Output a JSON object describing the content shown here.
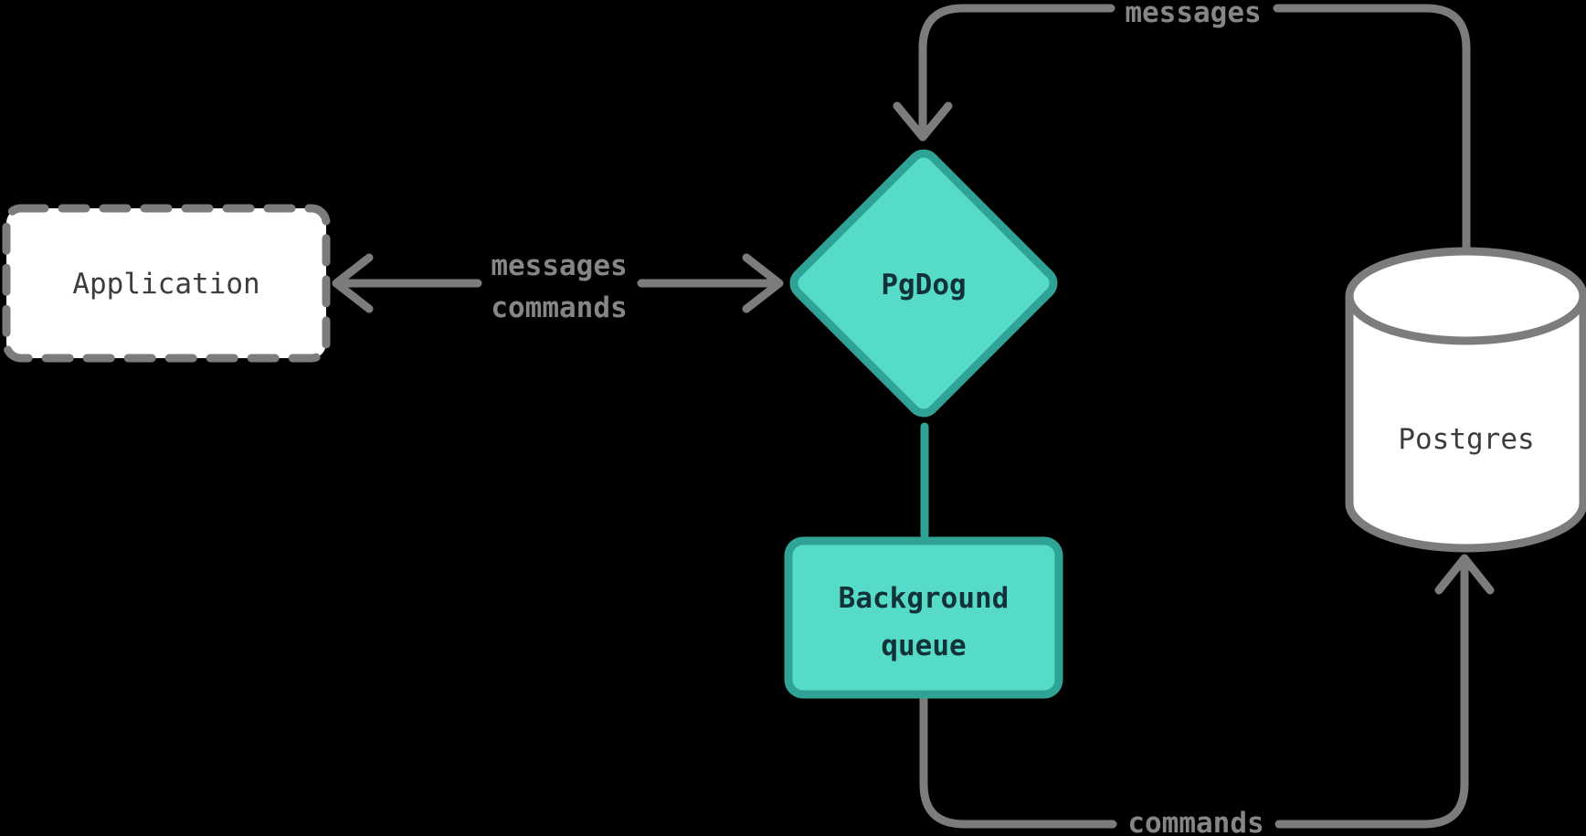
{
  "diagram": {
    "background_color": "#000000",
    "colors": {
      "edge_gray": "#7c7c7c",
      "edge_label_gray": "#868686",
      "node_text_dark": "#3c3c3c",
      "teal_fill": "#56dbc9",
      "teal_border": "#2fa396",
      "teal_node_text": "#113237",
      "node_fill_white": "#ffffff"
    },
    "nodes": {
      "application": {
        "label": "Application",
        "shape": "dashed-rounded-rect"
      },
      "pgdog": {
        "label": "PgDog",
        "shape": "diamond"
      },
      "background_queue": {
        "label": "Background queue",
        "lines": [
          "Background",
          "queue"
        ],
        "shape": "rounded-rect"
      },
      "postgres": {
        "label": "Postgres",
        "shape": "database-cylinder"
      }
    },
    "edges": {
      "app_pgdog_bidirectional": {
        "label_top": "messages",
        "label_bottom": "commands",
        "direction": "both"
      },
      "postgres_to_pgdog": {
        "label": "messages",
        "direction": "into-pgdog"
      },
      "pgdog_to_queue": {
        "label": "",
        "direction": "none"
      },
      "queue_to_postgres": {
        "label": "commands",
        "direction": "into-postgres"
      }
    }
  }
}
